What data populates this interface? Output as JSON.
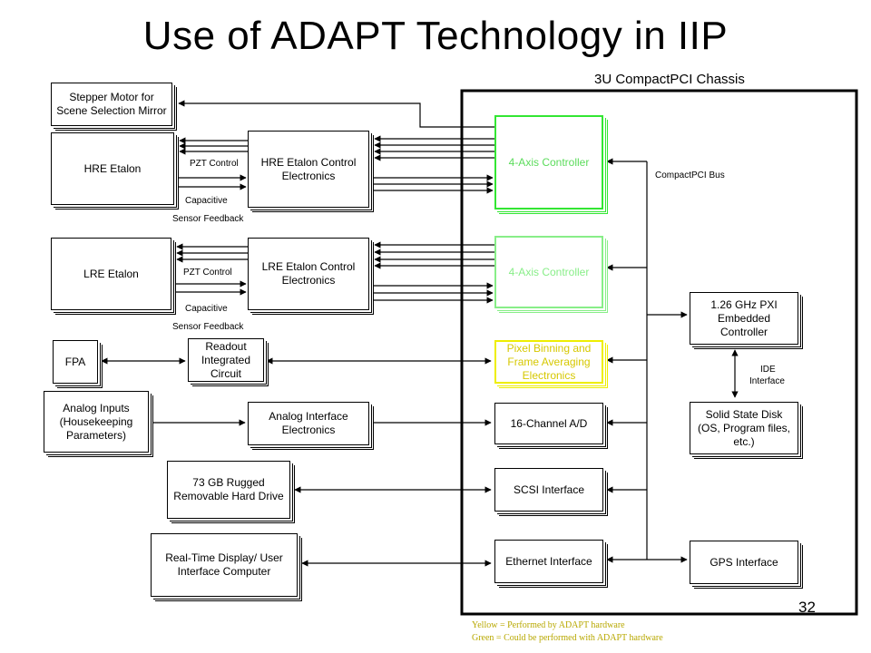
{
  "title": "Use of ADAPT Technology in IIP",
  "chassis_label": "3U CompactPCI Chassis",
  "page_number": "32",
  "labels": {
    "compactpci_bus": "CompactPCI Bus",
    "ide_interface_1": "IDE",
    "ide_interface_2": "Interface",
    "pzt_control": "PZT Control",
    "capacitive": "Capacitive",
    "sensor_feedback": "Sensor Feedback"
  },
  "blocks": {
    "stepper_motor": "Stepper Motor for Scene Selection Mirror",
    "hre_etalon": "HRE Etalon",
    "hre_electronics": "HRE Etalon Control Electronics",
    "lre_etalon": "LRE Etalon",
    "lre_electronics": "LRE Etalon Control Electronics",
    "fpa": "FPA",
    "readout_circuit": "Readout Integrated Circuit",
    "analog_inputs": "Analog Inputs (Housekeeping Parameters)",
    "analog_interface": "Analog Interface Electronics",
    "hard_drive": "73 GB Rugged Removable Hard Drive",
    "display_computer": "Real-Time Display/ User Interface Computer",
    "controller_1": "4-Axis Controller",
    "controller_2": "4-Axis Controller",
    "pixel_binning": "Pixel Binning and Frame Averaging Electronics",
    "ad_16": "16-Channel A/D",
    "scsi": "SCSI Interface",
    "ethernet": "Ethernet Interface",
    "pxi_controller": "1.26 GHz PXI Embedded Controller",
    "solid_state_disk": "Solid State Disk (OS, Program files, etc.)",
    "gps": "GPS Interface"
  },
  "legend": {
    "yellow": "Yellow = Performed by ADAPT hardware",
    "green": "Green = Could be performed with ADAPT hardware"
  },
  "colors": {
    "green": "#33e633",
    "light_green": "#88ee88",
    "yellow": "#eeee00"
  }
}
